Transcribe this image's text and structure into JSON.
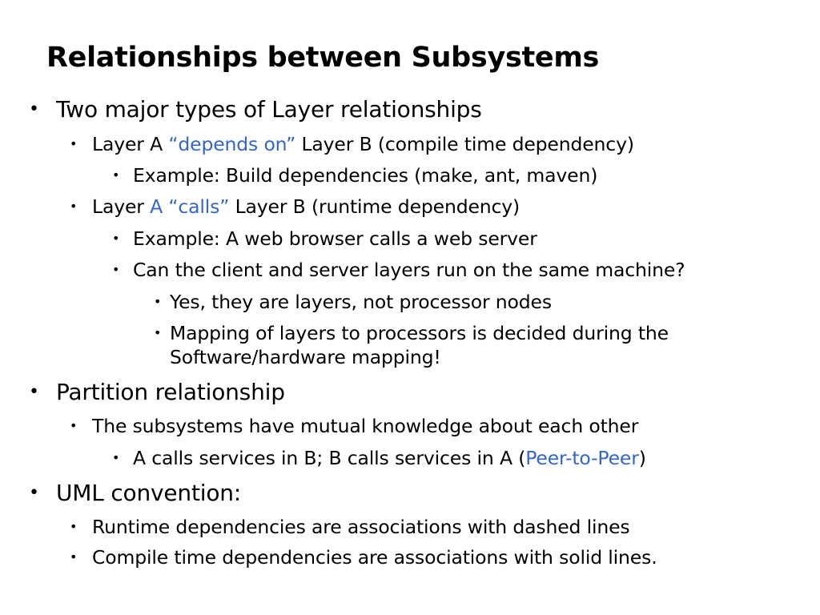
{
  "slide": {
    "title": "Relationships between Subsystems",
    "bullet_char": "•",
    "highlight_color": "#3366cc",
    "items": {
      "b1": "Two major types of Layer relationships",
      "b1_1": {
        "pre": "Layer A ",
        "hl": "“depends on”",
        "post": " Layer B (compile time dependency)"
      },
      "b1_1_1": "Example: Build dependencies (make, ant, maven)",
      "b1_2": {
        "pre": "Layer ",
        "hl": "A “calls”",
        "post": " Layer B  (runtime dependency)"
      },
      "b1_2_1": "Example: A web browser calls a web server",
      "b1_2_2": "Can the client and server layers run on the same machine?",
      "b1_2_2_1": "Yes, they are layers, not processor nodes",
      "b1_2_2_2_line1": "Mapping of layers to processors is decided during the",
      "b1_2_2_2_line2": "Software/hardware mapping!",
      "b2": "Partition relationship",
      "b2_1": "The subsystems have mutual knowledge about each other",
      "b2_1_1": {
        "pre": "A calls services in B; B calls services in A (",
        "hl": "Peer-to-Peer",
        "post": ")"
      },
      "b3": "UML convention:",
      "b3_1": "Runtime dependencies are associations with dashed lines",
      "b3_2": "Compile time dependencies are associations with solid lines."
    }
  }
}
